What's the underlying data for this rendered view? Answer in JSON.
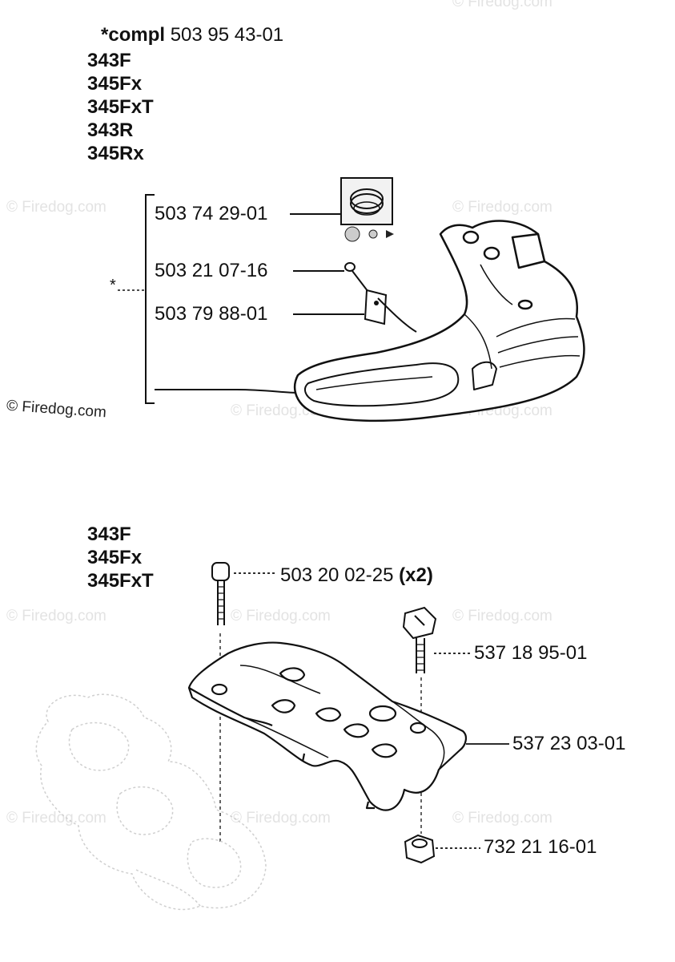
{
  "watermark": "© Firedog.com",
  "section1": {
    "compl_prefix": "*compl",
    "compl_number": "503 95 43-01",
    "models": [
      "343F",
      "345Fx",
      "345FxT",
      "343R",
      "345Rx"
    ],
    "star": "*",
    "parts": [
      "503 74 29-01",
      "503 21 07-16",
      "503 79 88-01"
    ]
  },
  "section2": {
    "models": [
      "343F",
      "345Fx",
      "345FxT"
    ],
    "bolt_number": "503 20 02-25",
    "bolt_qty": "(x2)",
    "parts": [
      "537 18 95-01",
      "537 23 03-01",
      "732 21 16-01"
    ]
  }
}
